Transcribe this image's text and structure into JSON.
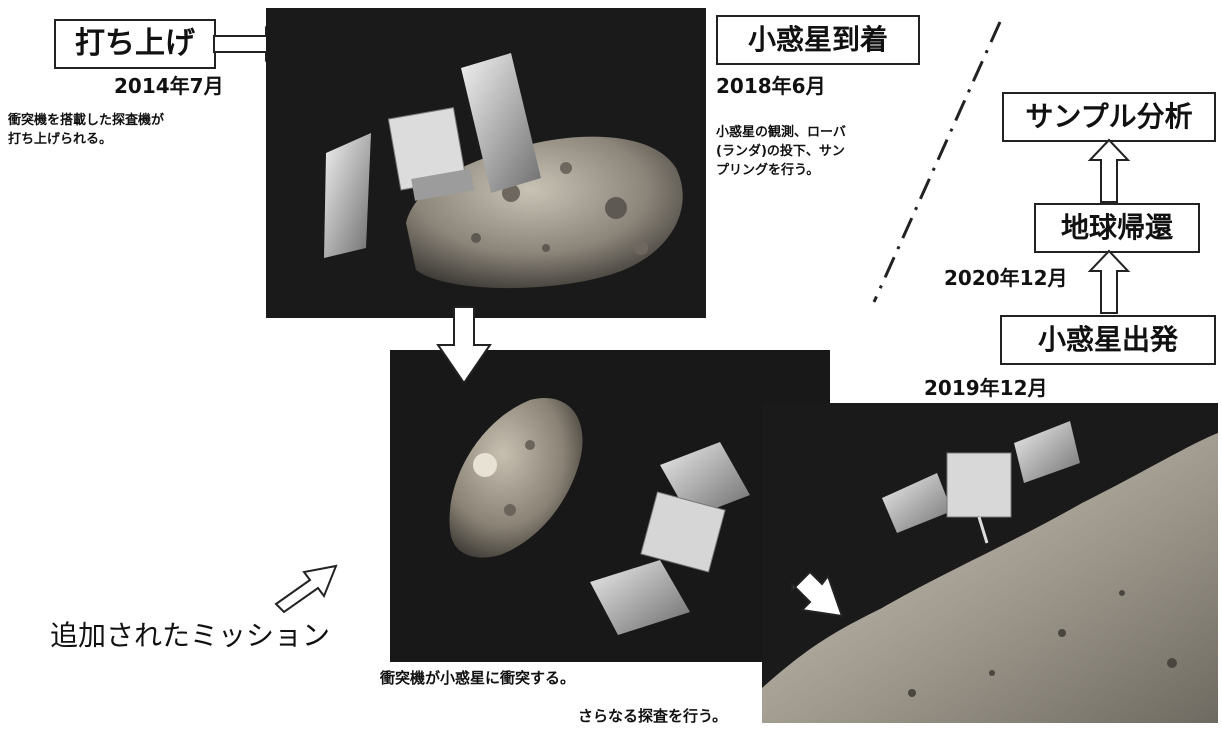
{
  "stages": {
    "launch": {
      "label": "打ち上げ",
      "date": "2014年7月",
      "note1": "衝突機を搭載した探査機が",
      "note2": "打ち上げられる。"
    },
    "arrival": {
      "label": "小惑星到着",
      "date": "2018年6月",
      "note1": "小惑星の観測、ローバ",
      "note2": "(ランダ)の投下、サン",
      "note3": "プリングを行う。"
    },
    "departure": {
      "label": "小惑星出発",
      "date": "2019年12月"
    },
    "return": {
      "label": "地球帰還",
      "date": "2020年12月"
    },
    "analysis": {
      "label": "サンプル分析"
    }
  },
  "additional": {
    "label": "追加されたミッション",
    "impact_caption": "衝突機が小惑星に衝突する。",
    "explore_caption": "さらなる探査を行う。"
  },
  "colors": {
    "ink": "#111111",
    "photo_dark": "#1c1c1c",
    "rock": "#9a9488"
  },
  "icons": [
    "right-arrow-icon",
    "down-arrow-icon",
    "up-arrow-icon",
    "outline-arrow-icon"
  ]
}
